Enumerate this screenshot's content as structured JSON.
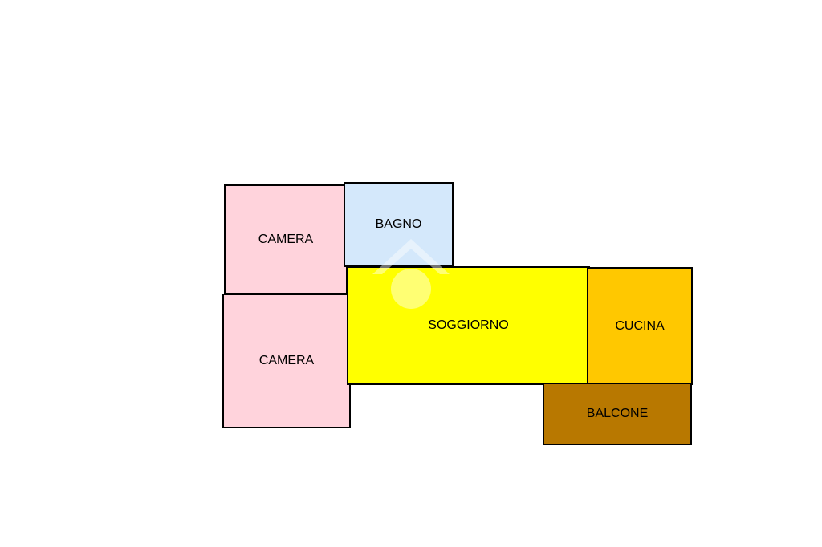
{
  "floor_plan": {
    "rooms": [
      {
        "id": "camera-1",
        "label": "CAMERA",
        "fill": "#ffd3dc"
      },
      {
        "id": "bagno",
        "label": "BAGNO",
        "fill": "#d4e8fb"
      },
      {
        "id": "camera-2",
        "label": "CAMERA",
        "fill": "#ffd3dc"
      },
      {
        "id": "soggiorno",
        "label": "SOGGIORNO",
        "fill": "#ffff00"
      },
      {
        "id": "cucina",
        "label": "CUCINA",
        "fill": "#ffc800"
      },
      {
        "id": "balcone",
        "label": "BALCONE",
        "fill": "#b87800"
      }
    ],
    "wall_color": "#000000",
    "background": "#ffffff",
    "watermark_color": "#ffffff"
  }
}
